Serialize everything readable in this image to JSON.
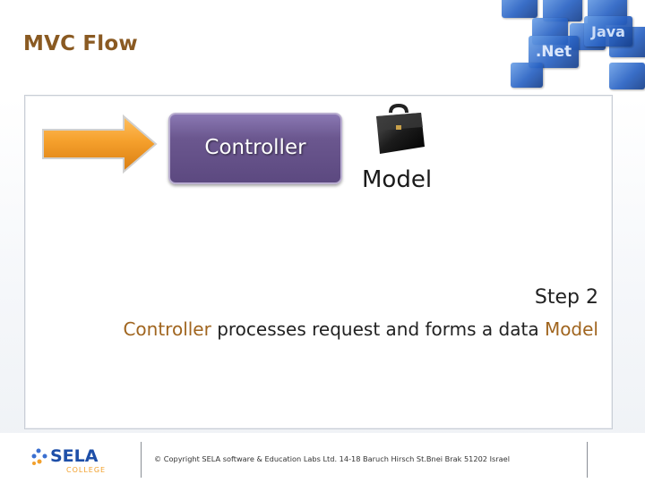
{
  "slide": {
    "title": "MVC Flow",
    "controller_label": "Controller",
    "model_label": "Model",
    "step": "Step 2",
    "description": {
      "part1": "Controller",
      "part2": " processes request and forms a data ",
      "part3": "Model"
    },
    "cubes": [
      ".Net",
      "Java"
    ]
  },
  "footer": {
    "logo_text": "SELA",
    "logo_subtext": "COLLEGE",
    "copyright": "© Copyright SELA software & Education Labs Ltd. 14-18 Baruch Hirsch St.Bnei Brak 51202 Israel"
  },
  "colors": {
    "title": "#8a5a22",
    "accent": "#a0651f",
    "controller_box": "#6b578f",
    "arrow": "#f0a030"
  }
}
